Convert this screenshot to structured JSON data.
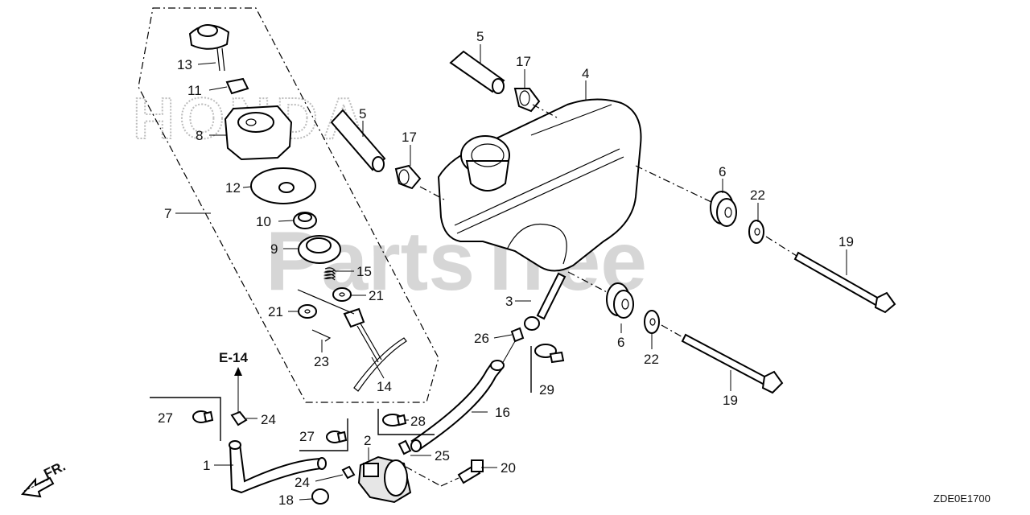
{
  "watermarks": {
    "brand": "HONDA",
    "site": "PartsTree"
  },
  "ref_code": "ZDE0E1700",
  "ref_page": "E-14",
  "direction": "FR.",
  "callouts": [
    {
      "id": "13",
      "text": "13"
    },
    {
      "id": "11",
      "text": "11"
    },
    {
      "id": "8",
      "text": "8"
    },
    {
      "id": "12",
      "text": "12"
    },
    {
      "id": "7",
      "text": "7"
    },
    {
      "id": "10",
      "text": "10"
    },
    {
      "id": "9",
      "text": "9"
    },
    {
      "id": "15",
      "text": "15"
    },
    {
      "id": "21a",
      "text": "21"
    },
    {
      "id": "21b",
      "text": "21"
    },
    {
      "id": "23",
      "text": "23"
    },
    {
      "id": "14",
      "text": "14"
    },
    {
      "id": "5a",
      "text": "5"
    },
    {
      "id": "17a",
      "text": "17"
    },
    {
      "id": "4",
      "text": "4"
    },
    {
      "id": "5b",
      "text": "5"
    },
    {
      "id": "17b",
      "text": "17"
    },
    {
      "id": "6a",
      "text": "6"
    },
    {
      "id": "22a",
      "text": "22"
    },
    {
      "id": "19a",
      "text": "19"
    },
    {
      "id": "3",
      "text": "3"
    },
    {
      "id": "6b",
      "text": "6"
    },
    {
      "id": "22b",
      "text": "22"
    },
    {
      "id": "19b",
      "text": "19"
    },
    {
      "id": "26",
      "text": "26"
    },
    {
      "id": "29",
      "text": "29"
    },
    {
      "id": "16",
      "text": "16"
    },
    {
      "id": "27a",
      "text": "27"
    },
    {
      "id": "24a",
      "text": "24"
    },
    {
      "id": "27b",
      "text": "27"
    },
    {
      "id": "28",
      "text": "28"
    },
    {
      "id": "2",
      "text": "2"
    },
    {
      "id": "25",
      "text": "25"
    },
    {
      "id": "20",
      "text": "20"
    },
    {
      "id": "1",
      "text": "1"
    },
    {
      "id": "24b",
      "text": "24"
    },
    {
      "id": "18",
      "text": "18"
    }
  ]
}
